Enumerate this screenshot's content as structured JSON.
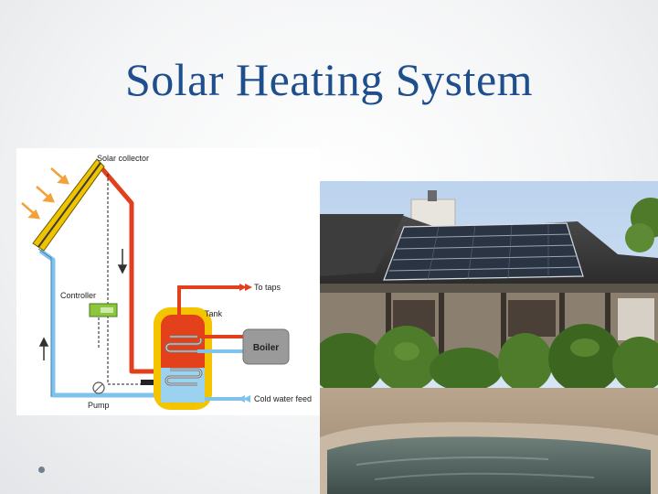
{
  "slide": {
    "title": "Solar Heating System"
  },
  "diagram": {
    "labels": {
      "solar_collector": "Solar collector",
      "to_taps": "To taps",
      "tank": "Tank",
      "boiler": "Boiler",
      "controller": "Controller",
      "cold_water_feed": "Cold water feed",
      "pump": "Pump"
    },
    "colors": {
      "hot_pipe": "#e2401c",
      "cold_pipe": "#7fc3ec",
      "tank_outer": "#f5c400",
      "collector_panel": "#f0c300",
      "controller": "#8cc63f",
      "boiler": "#9a9a9a",
      "sun_rays": "#f3a13a"
    }
  },
  "photo": {
    "subject": "house-with-rooftop-solar-panels"
  }
}
